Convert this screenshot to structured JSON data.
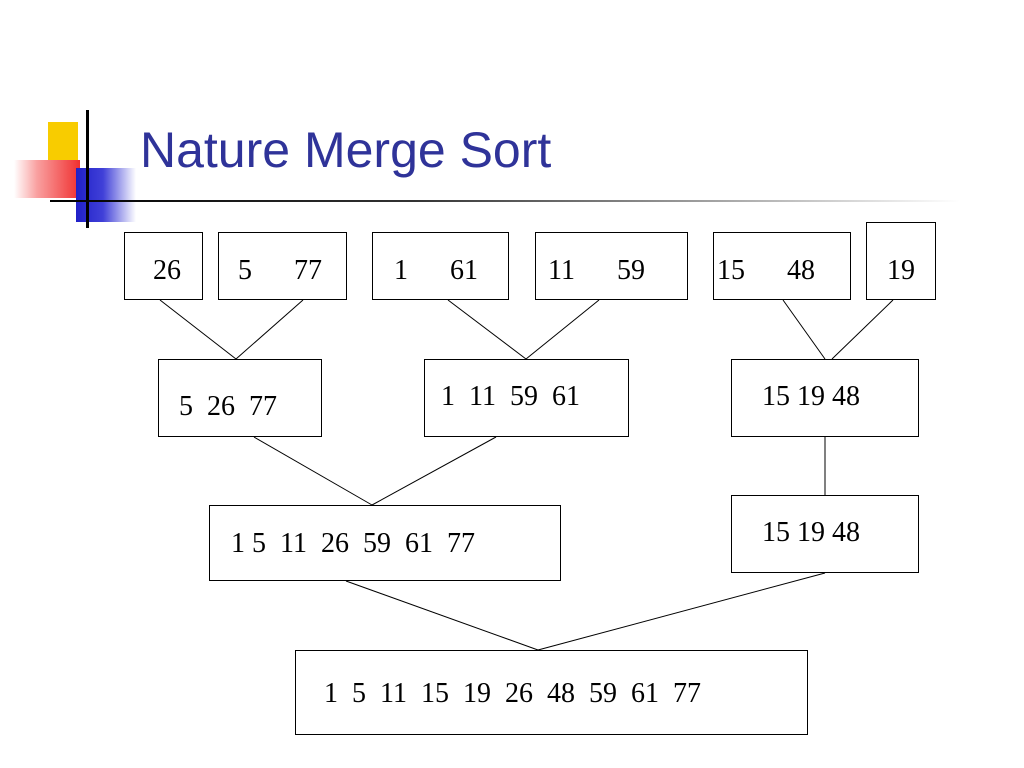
{
  "title": "Nature Merge Sort",
  "colors": {
    "title": "#2f3399",
    "deco_yellow": "#f8cc00",
    "deco_red": "#f03030",
    "deco_blue": "#2020c8"
  },
  "nodes": {
    "leaf_1": "26",
    "leaf_2": "5      77",
    "leaf_3": "1      61",
    "leaf_4": "11      59",
    "leaf_5": "15      48",
    "leaf_6": "19",
    "merge_a": "5  26  77",
    "merge_b": "1  11  59  61",
    "merge_c": "15 19 48",
    "merge_d": "1 5  11  26  59  61  77",
    "merge_e": "15 19 48",
    "final": "1  5  11  15  19  26  48  59  61  77"
  }
}
